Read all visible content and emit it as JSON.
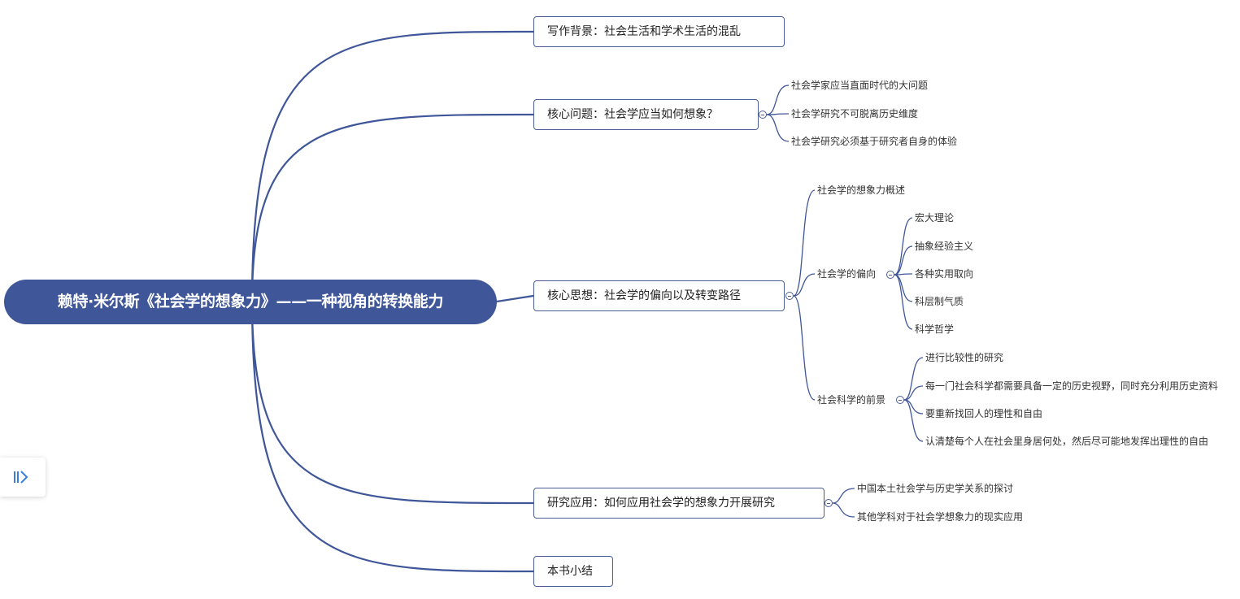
{
  "root": "赖特·米尔斯《社会学的想象力》——一种视角的转换能力",
  "branches": [
    {
      "label": "写作背景：社会生活和学术生活的混乱"
    },
    {
      "label": "核心问题：社会学应当如何想象？",
      "children": [
        {
          "label": "社会学家应当直面时代的大问题"
        },
        {
          "label": "社会学研究不可脱离历史维度"
        },
        {
          "label": "社会学研究必须基于研究者自身的体验"
        }
      ]
    },
    {
      "label": "核心思想：社会学的偏向以及转变路径",
      "children": [
        {
          "label": "社会学的想象力概述"
        },
        {
          "label": "社会学的偏向",
          "children": [
            {
              "label": "宏大理论"
            },
            {
              "label": "抽象经验主义"
            },
            {
              "label": "各种实用取向"
            },
            {
              "label": "科层制气质"
            },
            {
              "label": "科学哲学"
            }
          ]
        },
        {
          "label": "社会科学的前景",
          "children": [
            {
              "label": "进行比较性的研究"
            },
            {
              "label": "每一门社会科学都需要具备一定的历史视野，同时充分利用历史资料"
            },
            {
              "label": "要重新找回人的理性和自由"
            },
            {
              "label": "认清楚每个人在社会里身居何处，然后尽可能地发挥出理性的自由"
            }
          ]
        }
      ]
    },
    {
      "label": "研究应用：如何应用社会学的想象力开展研究",
      "children": [
        {
          "label": "中国本土社会学与历史学关系的探讨"
        },
        {
          "label": "其他学科对于社会学想象力的现实应用"
        }
      ]
    },
    {
      "label": "本书小结"
    }
  ],
  "colors": {
    "line": "#3f5699",
    "root_fill": "#3f5699"
  },
  "icons": {
    "sidebar_toggle": "expand-panel-icon"
  }
}
